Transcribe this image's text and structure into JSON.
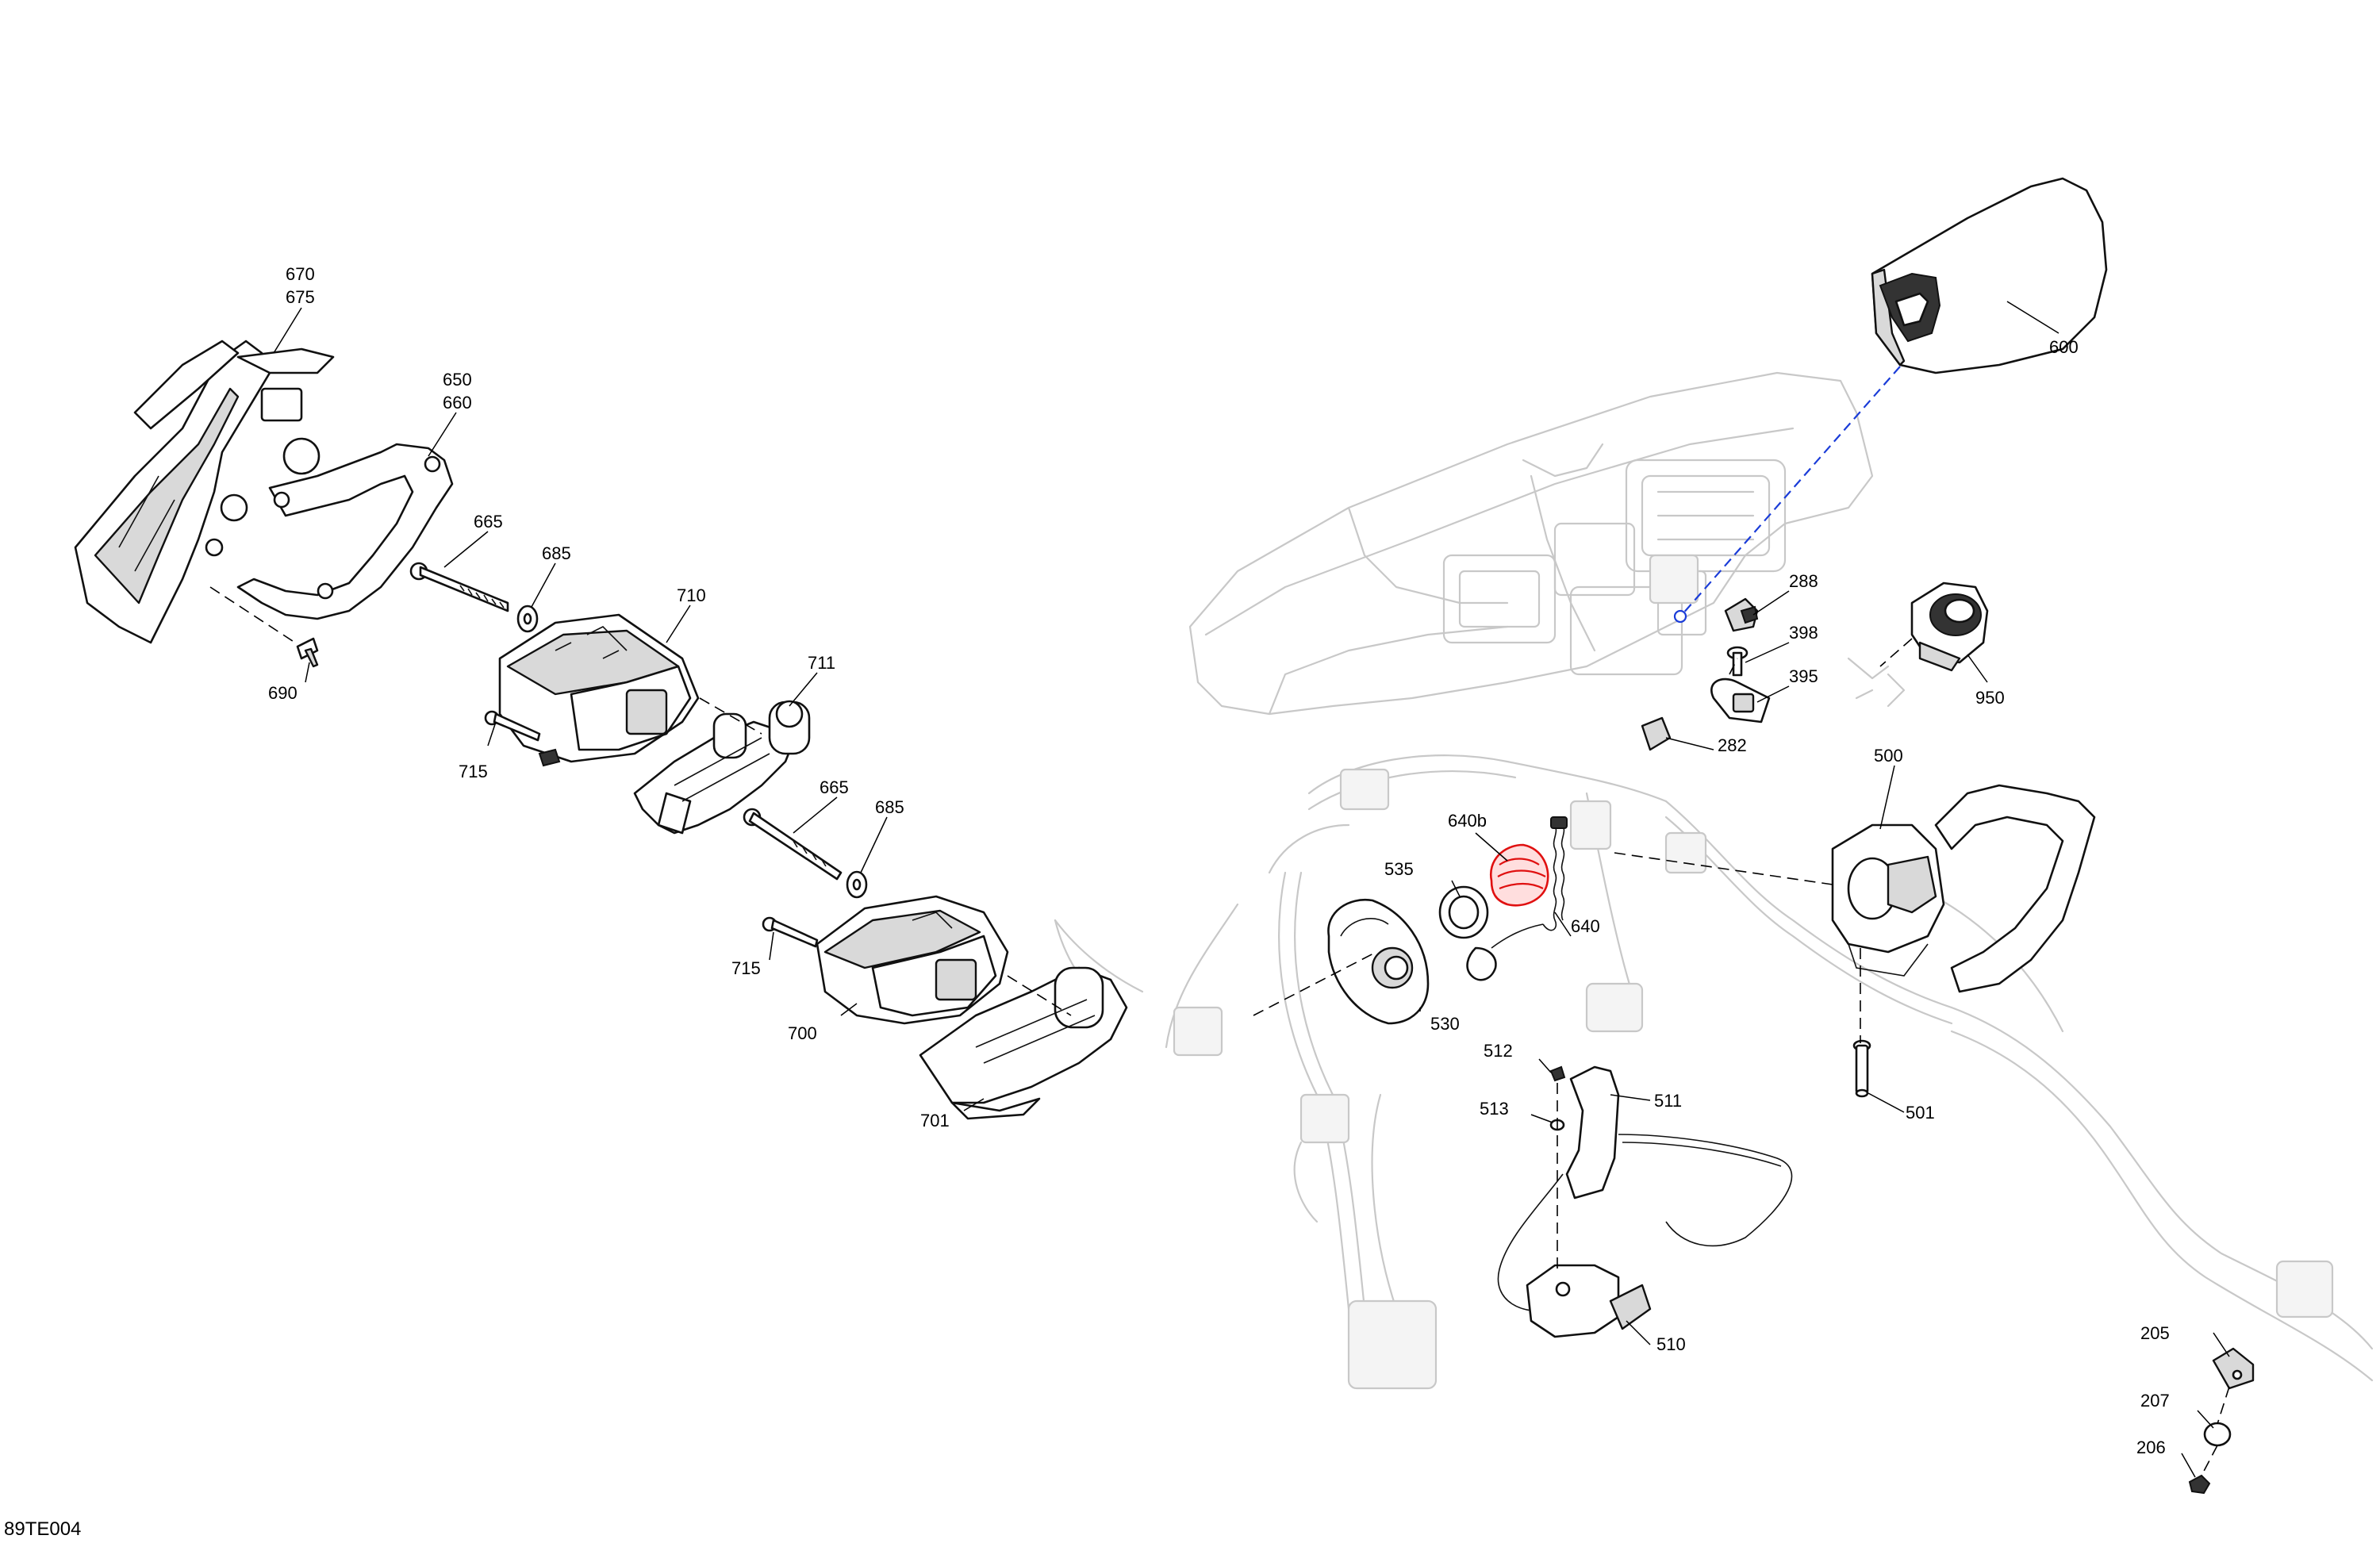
{
  "figure_code": "89TE004",
  "callouts": {
    "c670": "670",
    "c675": "675",
    "c650": "650",
    "c660": "660",
    "c665a": "665",
    "c685a": "685",
    "c690": "690",
    "c710": "710",
    "c711": "711",
    "c715a": "715",
    "c665b": "665",
    "c685b": "685",
    "c715b": "715",
    "c700": "700",
    "c701": "701",
    "c600": "600",
    "c288": "288",
    "c398": "398",
    "c395": "395",
    "c282": "282",
    "c950": "950",
    "c500": "500",
    "c640b": "640b",
    "c535": "535",
    "c640": "640",
    "c530": "530",
    "c512": "512",
    "c511": "511",
    "c513": "513",
    "c501": "501",
    "c510": "510",
    "c205": "205",
    "c207": "207",
    "c206": "206"
  },
  "colors": {
    "highlight": "#e01010",
    "alignment_line": "#1a3cd8",
    "background_assembly": "#c8c8c8"
  }
}
